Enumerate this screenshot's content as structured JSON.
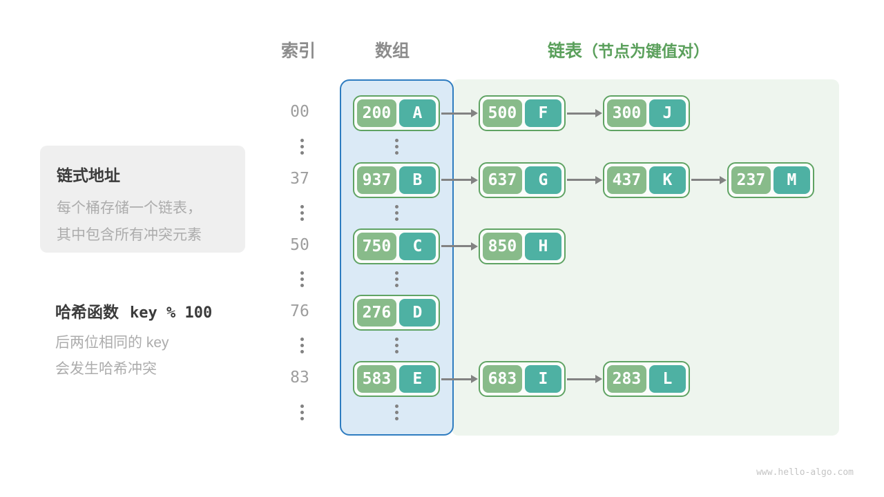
{
  "header": {
    "index_label": "索引",
    "array_label": "数组",
    "list_label": "链表",
    "list_note": "（节点为键值对）"
  },
  "callouts": {
    "chaining": {
      "title": "链式地址",
      "lines": [
        "每个桶存储一个链表，",
        "其中包含所有冲突元素"
      ]
    },
    "hash_fn": {
      "title": "哈希函数",
      "code": "key % 100",
      "lines": [
        "后两位相同的 key",
        "会发生哈希冲突"
      ]
    }
  },
  "hash_table": {
    "rows": [
      {
        "index": "00",
        "bucket": {
          "key": "200",
          "value": "A"
        },
        "chain": [
          {
            "key": "500",
            "value": "F"
          },
          {
            "key": "300",
            "value": "J"
          }
        ]
      },
      {
        "index": "37",
        "bucket": {
          "key": "937",
          "value": "B"
        },
        "chain": [
          {
            "key": "637",
            "value": "G"
          },
          {
            "key": "437",
            "value": "K"
          },
          {
            "key": "237",
            "value": "M"
          }
        ]
      },
      {
        "index": "50",
        "bucket": {
          "key": "750",
          "value": "C"
        },
        "chain": [
          {
            "key": "850",
            "value": "H"
          }
        ]
      },
      {
        "index": "76",
        "bucket": {
          "key": "276",
          "value": "D"
        },
        "chain": []
      },
      {
        "index": "83",
        "bucket": {
          "key": "583",
          "value": "E"
        },
        "chain": [
          {
            "key": "683",
            "value": "I"
          },
          {
            "key": "283",
            "value": "L"
          }
        ]
      }
    ]
  },
  "watermark": "www.hello-algo.com",
  "colors": {
    "accent_green": "#5BA05C",
    "node_border": "#5FA363",
    "key_cell": "#88BB8A",
    "value_cell": "#4EB1A3",
    "array_fill": "#DBEAF6",
    "array_border": "#2E7CC0",
    "list_fill": "#EEF5EE",
    "arrow_gray": "#828282",
    "heading_gray": "#8C8C8C",
    "index_gray": "#9D9D9D",
    "text_dark": "#3B3B3B",
    "text_muted": "#ACACAC",
    "callout_fill": "#EFEFEF",
    "watermark_gray": "#C4C4C4"
  }
}
